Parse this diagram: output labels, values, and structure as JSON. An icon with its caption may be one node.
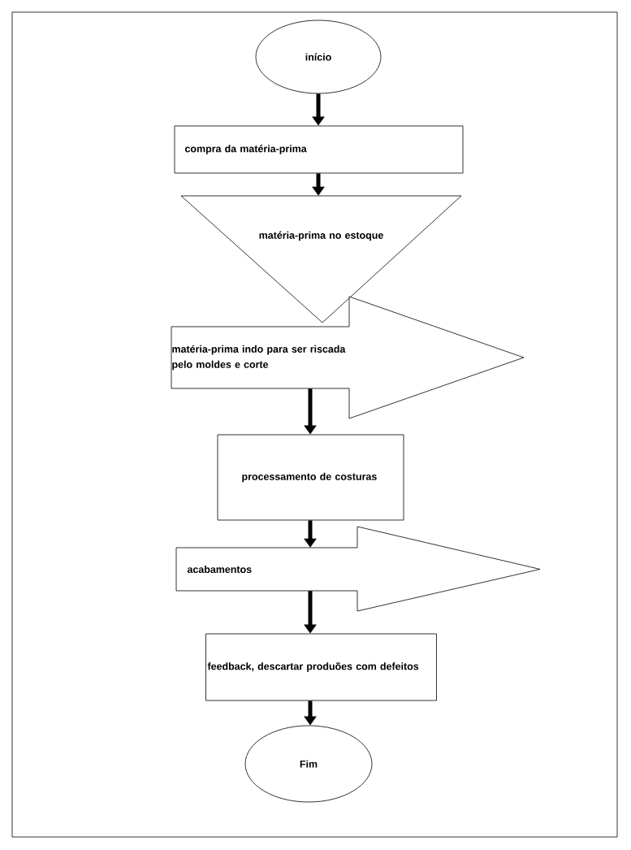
{
  "diagram": {
    "nodes": [
      {
        "text": [
          "início"
        ]
      },
      {
        "text": [
          "compra da matéria-prima"
        ]
      },
      {
        "text": [
          "matéria-prima no estoque"
        ]
      },
      {
        "text": [
          "matéria-prima indo para ser riscada pelo moldes e corte"
        ]
      },
      {
        "text": [
          "processamento de costuras"
        ]
      },
      {
        "text": [
          "acabamentos"
        ]
      },
      {
        "text": [
          "feedback, descartar produões com defeitos"
        ]
      },
      {
        "text": [
          "Fim"
        ]
      }
    ],
    "edges": [
      {
        "from": 0,
        "to": 1,
        "arrow": "to"
      },
      {
        "from": 1,
        "to": 2,
        "arrow": "to"
      },
      {
        "from": 3,
        "to": 4,
        "arrow": "to"
      },
      {
        "from": 4,
        "to": 5,
        "arrow": "to"
      },
      {
        "from": 5,
        "to": 6,
        "arrow": "to"
      },
      {
        "from": 6,
        "to": 7,
        "arrow": "to"
      }
    ]
  }
}
